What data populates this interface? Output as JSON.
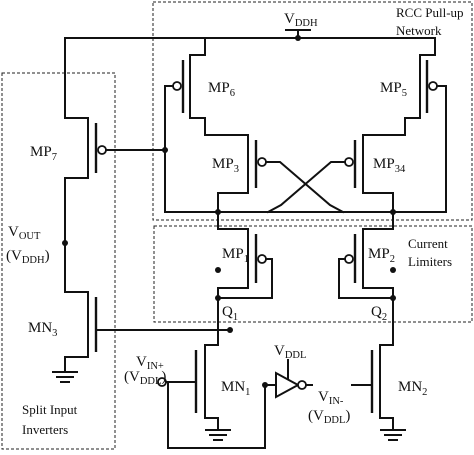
{
  "regions": {
    "rcc": {
      "label_line1": "RCC Pull-up",
      "label_line2": "Network"
    },
    "limiters": {
      "label_line1": "Current",
      "label_line2": "Limiters"
    },
    "split": {
      "label_line1": "Split Input",
      "label_line2": "Inverters"
    }
  },
  "supplies": {
    "vddh": {
      "main": "V",
      "sub": "DDH"
    },
    "vddl": {
      "main": "V",
      "sub": "DDL"
    }
  },
  "signals": {
    "vout_main": "V",
    "vout_sub": "OUT",
    "vout_paren_open": "(V",
    "vout_paren_sub": "DDH",
    "vout_paren_close": ")",
    "vinp_main": "V",
    "vinp_sub": "IN+",
    "vinp_paren_open": "(V",
    "vinp_paren_sub": "DDL",
    "vinp_paren_close": ")",
    "vinm_main": "V",
    "vinm_sub": "IN-",
    "vinm_paren_open": "(V",
    "vinm_paren_sub": "DDL",
    "vinm_paren_close": ")"
  },
  "nodes": {
    "q1": {
      "main": "Q",
      "sub": "1"
    },
    "q2": {
      "main": "Q",
      "sub": "2"
    }
  },
  "transistors": {
    "mp6": {
      "main": "MP",
      "sub": "6"
    },
    "mp5": {
      "main": "MP",
      "sub": "5"
    },
    "mp7": {
      "main": "MP",
      "sub": "7"
    },
    "mp3": {
      "main": "MP",
      "sub": "3"
    },
    "mp34": {
      "main": "MP",
      "sub": "34"
    },
    "mp1": {
      "main": "MP",
      "sub": "1"
    },
    "mp2": {
      "main": "MP",
      "sub": "2"
    },
    "mn3": {
      "main": "MN",
      "sub": "3"
    },
    "mn1": {
      "main": "MN",
      "sub": "1"
    },
    "mn2": {
      "main": "MN",
      "sub": "2"
    }
  }
}
